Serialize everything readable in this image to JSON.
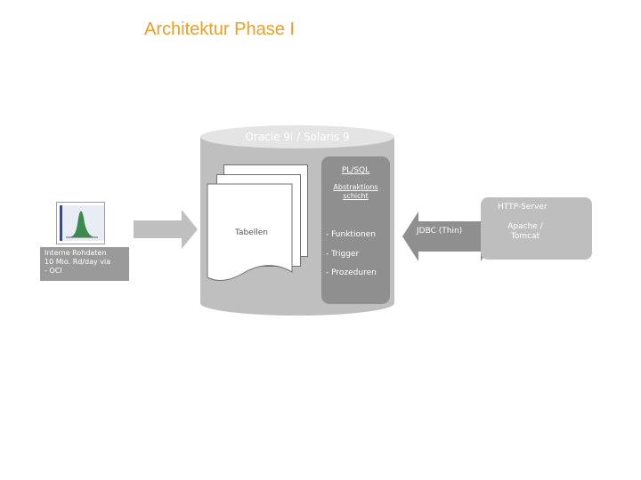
{
  "slide": {
    "title": "Architektur Phase I",
    "title_color": "#E8A02A"
  },
  "database": {
    "label": "Oracle 9i / Solaris 9",
    "documents_label": "Tabellen"
  },
  "plsql": {
    "title": "PL/SQL",
    "abstraction_label": "Abstraktions schicht",
    "items": [
      "- Funktionen",
      "- Trigger",
      "- Prozeduren"
    ]
  },
  "interface": {
    "line1": "Interne Rohdaten",
    "line2": "10 Mio. Rd/day via",
    "line3": "- OCI"
  },
  "connection": {
    "label": "JDBC (Thin)"
  },
  "http_server": {
    "title": "HTTP-Server",
    "subtitle": "Apache / Tomcat"
  }
}
